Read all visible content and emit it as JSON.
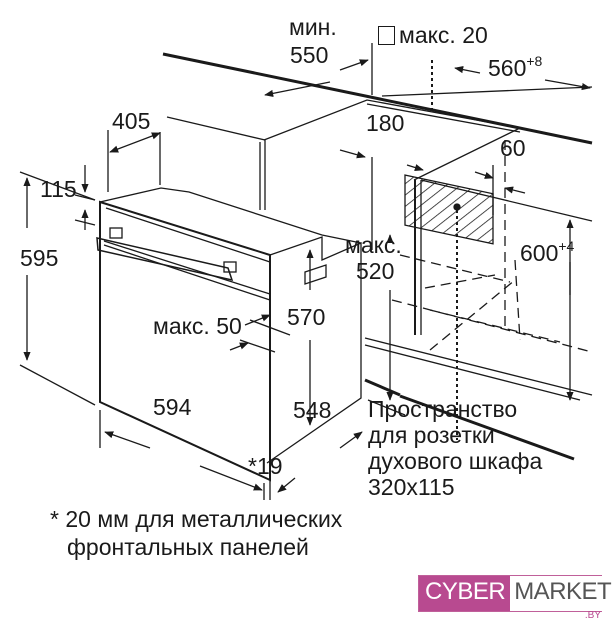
{
  "dimensions": {
    "min_label": "мин.",
    "d550": "550",
    "max20": "макс. 20",
    "d560": "560",
    "d560_tol": "+8",
    "d405": "405",
    "d180": "180",
    "d60": "60",
    "d115": "115",
    "d595": "595",
    "max_label": "макс.",
    "d520": "520",
    "d600": "600",
    "d600_tol": "+4",
    "d570": "570",
    "max50": "макс. 50",
    "d594": "594",
    "d548": "548",
    "d19": "*19"
  },
  "socket_note": [
    "Пространство",
    "для розетки",
    "духового шкафа",
    "320x115"
  ],
  "footnote": [
    "* 20 мм для металлических",
    "фронтальных панелей"
  ],
  "logo": {
    "part1": "CYBER",
    "part2": "MARKET",
    "suffix": ".BY",
    "color": "#b84a90"
  }
}
